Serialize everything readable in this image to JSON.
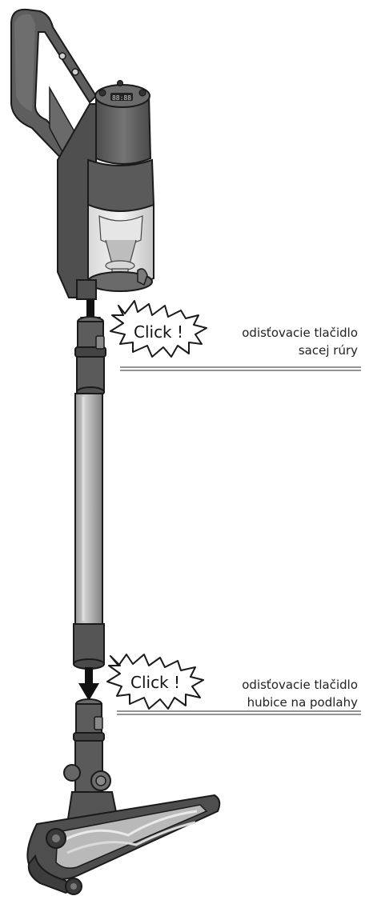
{
  "click_labels": [
    "Click !",
    "Click !"
  ],
  "callouts": {
    "top": {
      "line1": "odisťovacie tlačidlo",
      "line2": "sacej rúry"
    },
    "bottom": {
      "line1": "odisťovacie tlačidlo",
      "line2": "hubice na podlahy"
    }
  },
  "display_value": "88:88",
  "colors": {
    "body_dark": "#555555",
    "body_mid": "#6e6e6e",
    "tube": "#a9a9a9",
    "outline": "#1a1a1a"
  }
}
